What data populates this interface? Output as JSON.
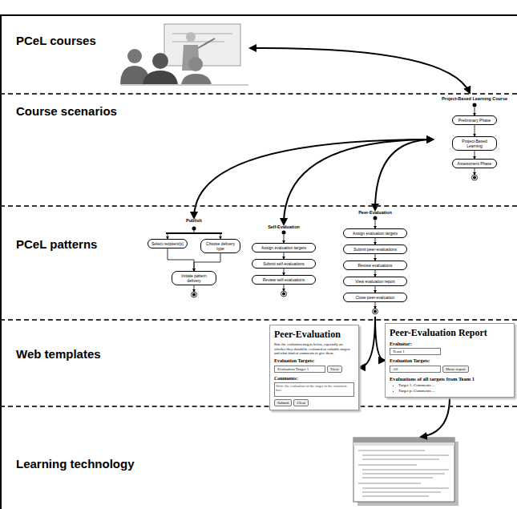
{
  "diagram": {
    "nodes": [
      {
        "text": [
          "PCeL courses"
        ]
      },
      {
        "text": [
          "Course scenarios"
        ]
      },
      {
        "text": [
          "PCeL patterns"
        ]
      },
      {
        "text": [
          "Web templates"
        ]
      },
      {
        "text": [
          "Learning technology"
        ]
      },
      {
        "text": [
          "Project-Based Learning Course"
        ],
        "in": 1
      },
      {
        "text": [
          "Preliminary Phase"
        ],
        "in": 5
      },
      {
        "text": [
          "Project-Based Learning"
        ],
        "in": 5
      },
      {
        "text": [
          "Assessment Phase"
        ],
        "in": 5
      },
      {
        "text": [
          "Publish"
        ],
        "in": 2
      },
      {
        "text": [
          "Select recipient(s)"
        ],
        "in": 9
      },
      {
        "text": [
          "Choose delivery type"
        ],
        "in": 9
      },
      {
        "text": [
          "Initiate pattern delivery"
        ],
        "in": 9
      },
      {
        "text": [
          "Self-Evaluation"
        ],
        "in": 2
      },
      {
        "text": [
          "Assign evaluation targets"
        ],
        "in": 13
      },
      {
        "text": [
          "Submit self-evaluations"
        ],
        "in": 13
      },
      {
        "text": [
          "Review self-evaluations"
        ],
        "in": 13
      },
      {
        "text": [
          "Peer-Evaluation"
        ],
        "in": 2
      },
      {
        "text": [
          "Assign evaluation targets"
        ],
        "in": 17
      },
      {
        "text": [
          "Submit peer-evaluations"
        ],
        "in": 17
      },
      {
        "text": [
          "Review evaluations"
        ],
        "in": 17
      },
      {
        "text": [
          "View evaluation report"
        ],
        "in": 17
      },
      {
        "text": [
          "Close peer-evaluation"
        ],
        "in": 17
      },
      {
        "text": [
          "Peer-Evaluation",
          "Rate the evaluation targets below, especially on whether they should be evaluated as valuable targets and what kind of comments to give them.",
          "Evaluation Targets:",
          "Evaluation Target 1",
          "View",
          "Comments:",
          "Write the evaluation of the target in the comment box.",
          "Submit",
          "Clear"
        ],
        "in": 3
      },
      {
        "text": [
          "Peer-Evaluation Report",
          "Evaluator:",
          "Team 1",
          "Evaluation Targets:",
          "All",
          "Show report",
          "Evaluations of all targets from Team 1",
          "Target 1: Comments ...",
          "Target p: Comments ..."
        ],
        "in": 3
      }
    ],
    "edges": [
      {
        "from": 5,
        "to": 9,
        "arrow": "both"
      },
      {
        "from": 5,
        "to": 13,
        "arrow": "both"
      },
      {
        "from": 5,
        "to": 17,
        "arrow": "both"
      },
      {
        "from": 6,
        "to": 7,
        "arrow": "to"
      },
      {
        "from": 7,
        "to": 8,
        "arrow": "to"
      },
      {
        "from": 10,
        "to": 12,
        "arrow": "to"
      },
      {
        "from": 11,
        "to": 12,
        "arrow": "to"
      },
      {
        "from": 14,
        "to": 15,
        "arrow": "to"
      },
      {
        "from": 15,
        "to": 16,
        "arrow": "to"
      },
      {
        "from": 18,
        "to": 19,
        "arrow": "to"
      },
      {
        "from": 19,
        "to": 20,
        "arrow": "to"
      },
      {
        "from": 20,
        "to": 21,
        "arrow": "to"
      },
      {
        "from": 21,
        "to": 22,
        "arrow": "to"
      },
      {
        "from": 17,
        "to": 23,
        "arrow": "to"
      },
      {
        "from": 17,
        "to": 24,
        "arrow": "to"
      }
    ]
  }
}
